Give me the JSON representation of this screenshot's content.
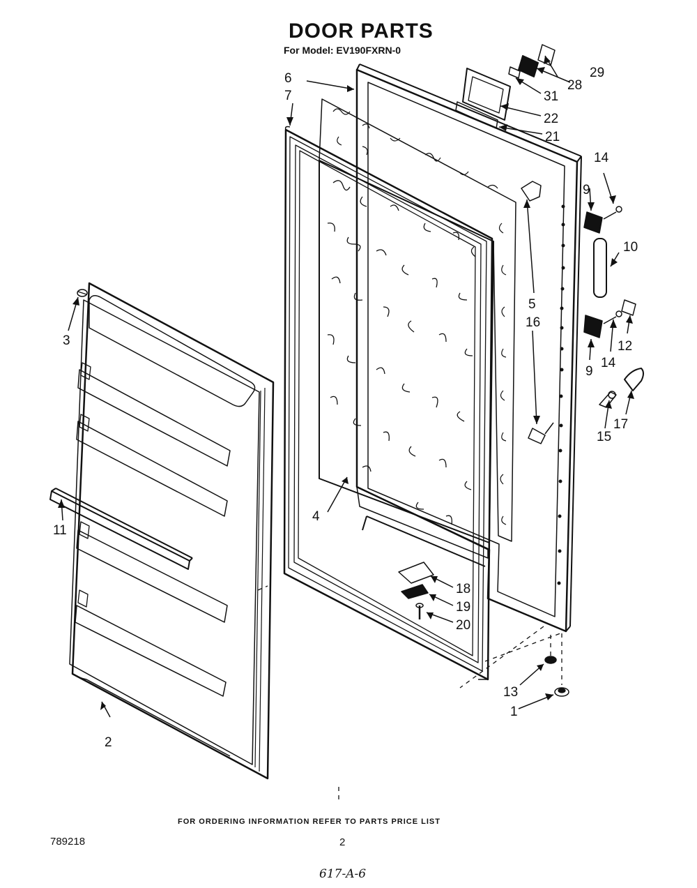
{
  "header": {
    "title": "DOOR PARTS",
    "model_line": "For Model: EV190FXRN-0"
  },
  "footer": {
    "ordering_note": "FOR ORDERING INFORMATION REFER TO PARTS PRICE LIST",
    "doc_number": "789218",
    "page_number": "2",
    "handwritten_code": "617-A-6"
  },
  "callouts": [
    "1",
    "2",
    "3",
    "4",
    "5",
    "6",
    "7",
    "9",
    "9",
    "10",
    "11",
    "12",
    "13",
    "14",
    "14",
    "15",
    "16",
    "17",
    "18",
    "19",
    "20",
    "21",
    "22",
    "28",
    "29",
    "31"
  ]
}
